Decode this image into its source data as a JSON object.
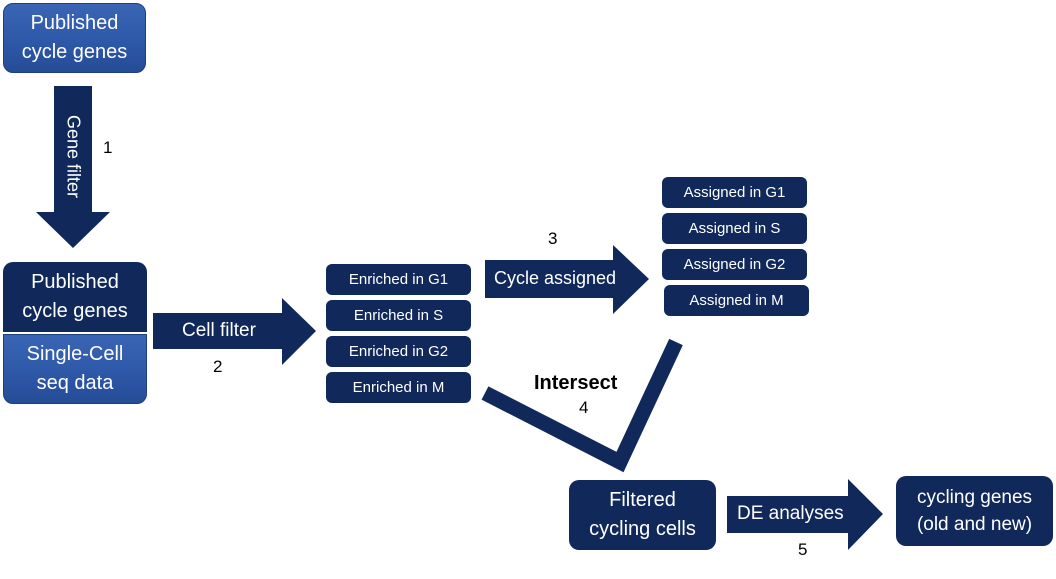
{
  "colors": {
    "dark_navy": "#10285a",
    "gradient_blue": "#2e58a8",
    "text_white": "#ffffff"
  },
  "boxes": {
    "published_top": "Published\ncycle genes",
    "published_mid": "Published\ncycle genes",
    "single_cell": "Single-Cell\nseq data",
    "enriched": [
      "Enriched in G1",
      "Enriched in S",
      "Enriched in G2",
      "Enriched in M"
    ],
    "assigned": [
      "Assigned in G1",
      "Assigned in S",
      "Assigned in G2",
      "Assigned in M"
    ],
    "filtered": "Filtered\ncycling cells",
    "cycling_genes": "cycling genes\n(old and new)"
  },
  "arrows": {
    "gene_filter": "Gene filter",
    "cell_filter": "Cell filter",
    "cycle_assigned": "Cycle assigned",
    "intersect": "Intersect",
    "de_analyses": "DE analyses"
  },
  "step_numbers": {
    "step1": "1",
    "step2": "2",
    "step3": "3",
    "step4": "4",
    "step5": "5"
  }
}
